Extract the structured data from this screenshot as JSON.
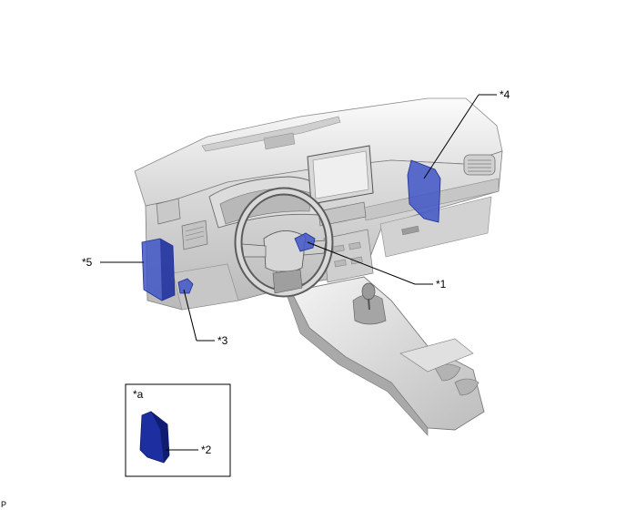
{
  "callouts": {
    "c1": "*1",
    "c2": "*2",
    "c3": "*3",
    "c4": "*4",
    "c5": "*5",
    "inset": "*a"
  },
  "corner_mark": "P",
  "colors": {
    "highlight": "#3f56c6",
    "highlight_dark": "#1f2f94",
    "inset_part": "#1d2fa0",
    "dash_light": "#f2f2f2",
    "dash_mid": "#d9d9d9",
    "dash_dark": "#a8a8a8",
    "outline": "#555555"
  }
}
